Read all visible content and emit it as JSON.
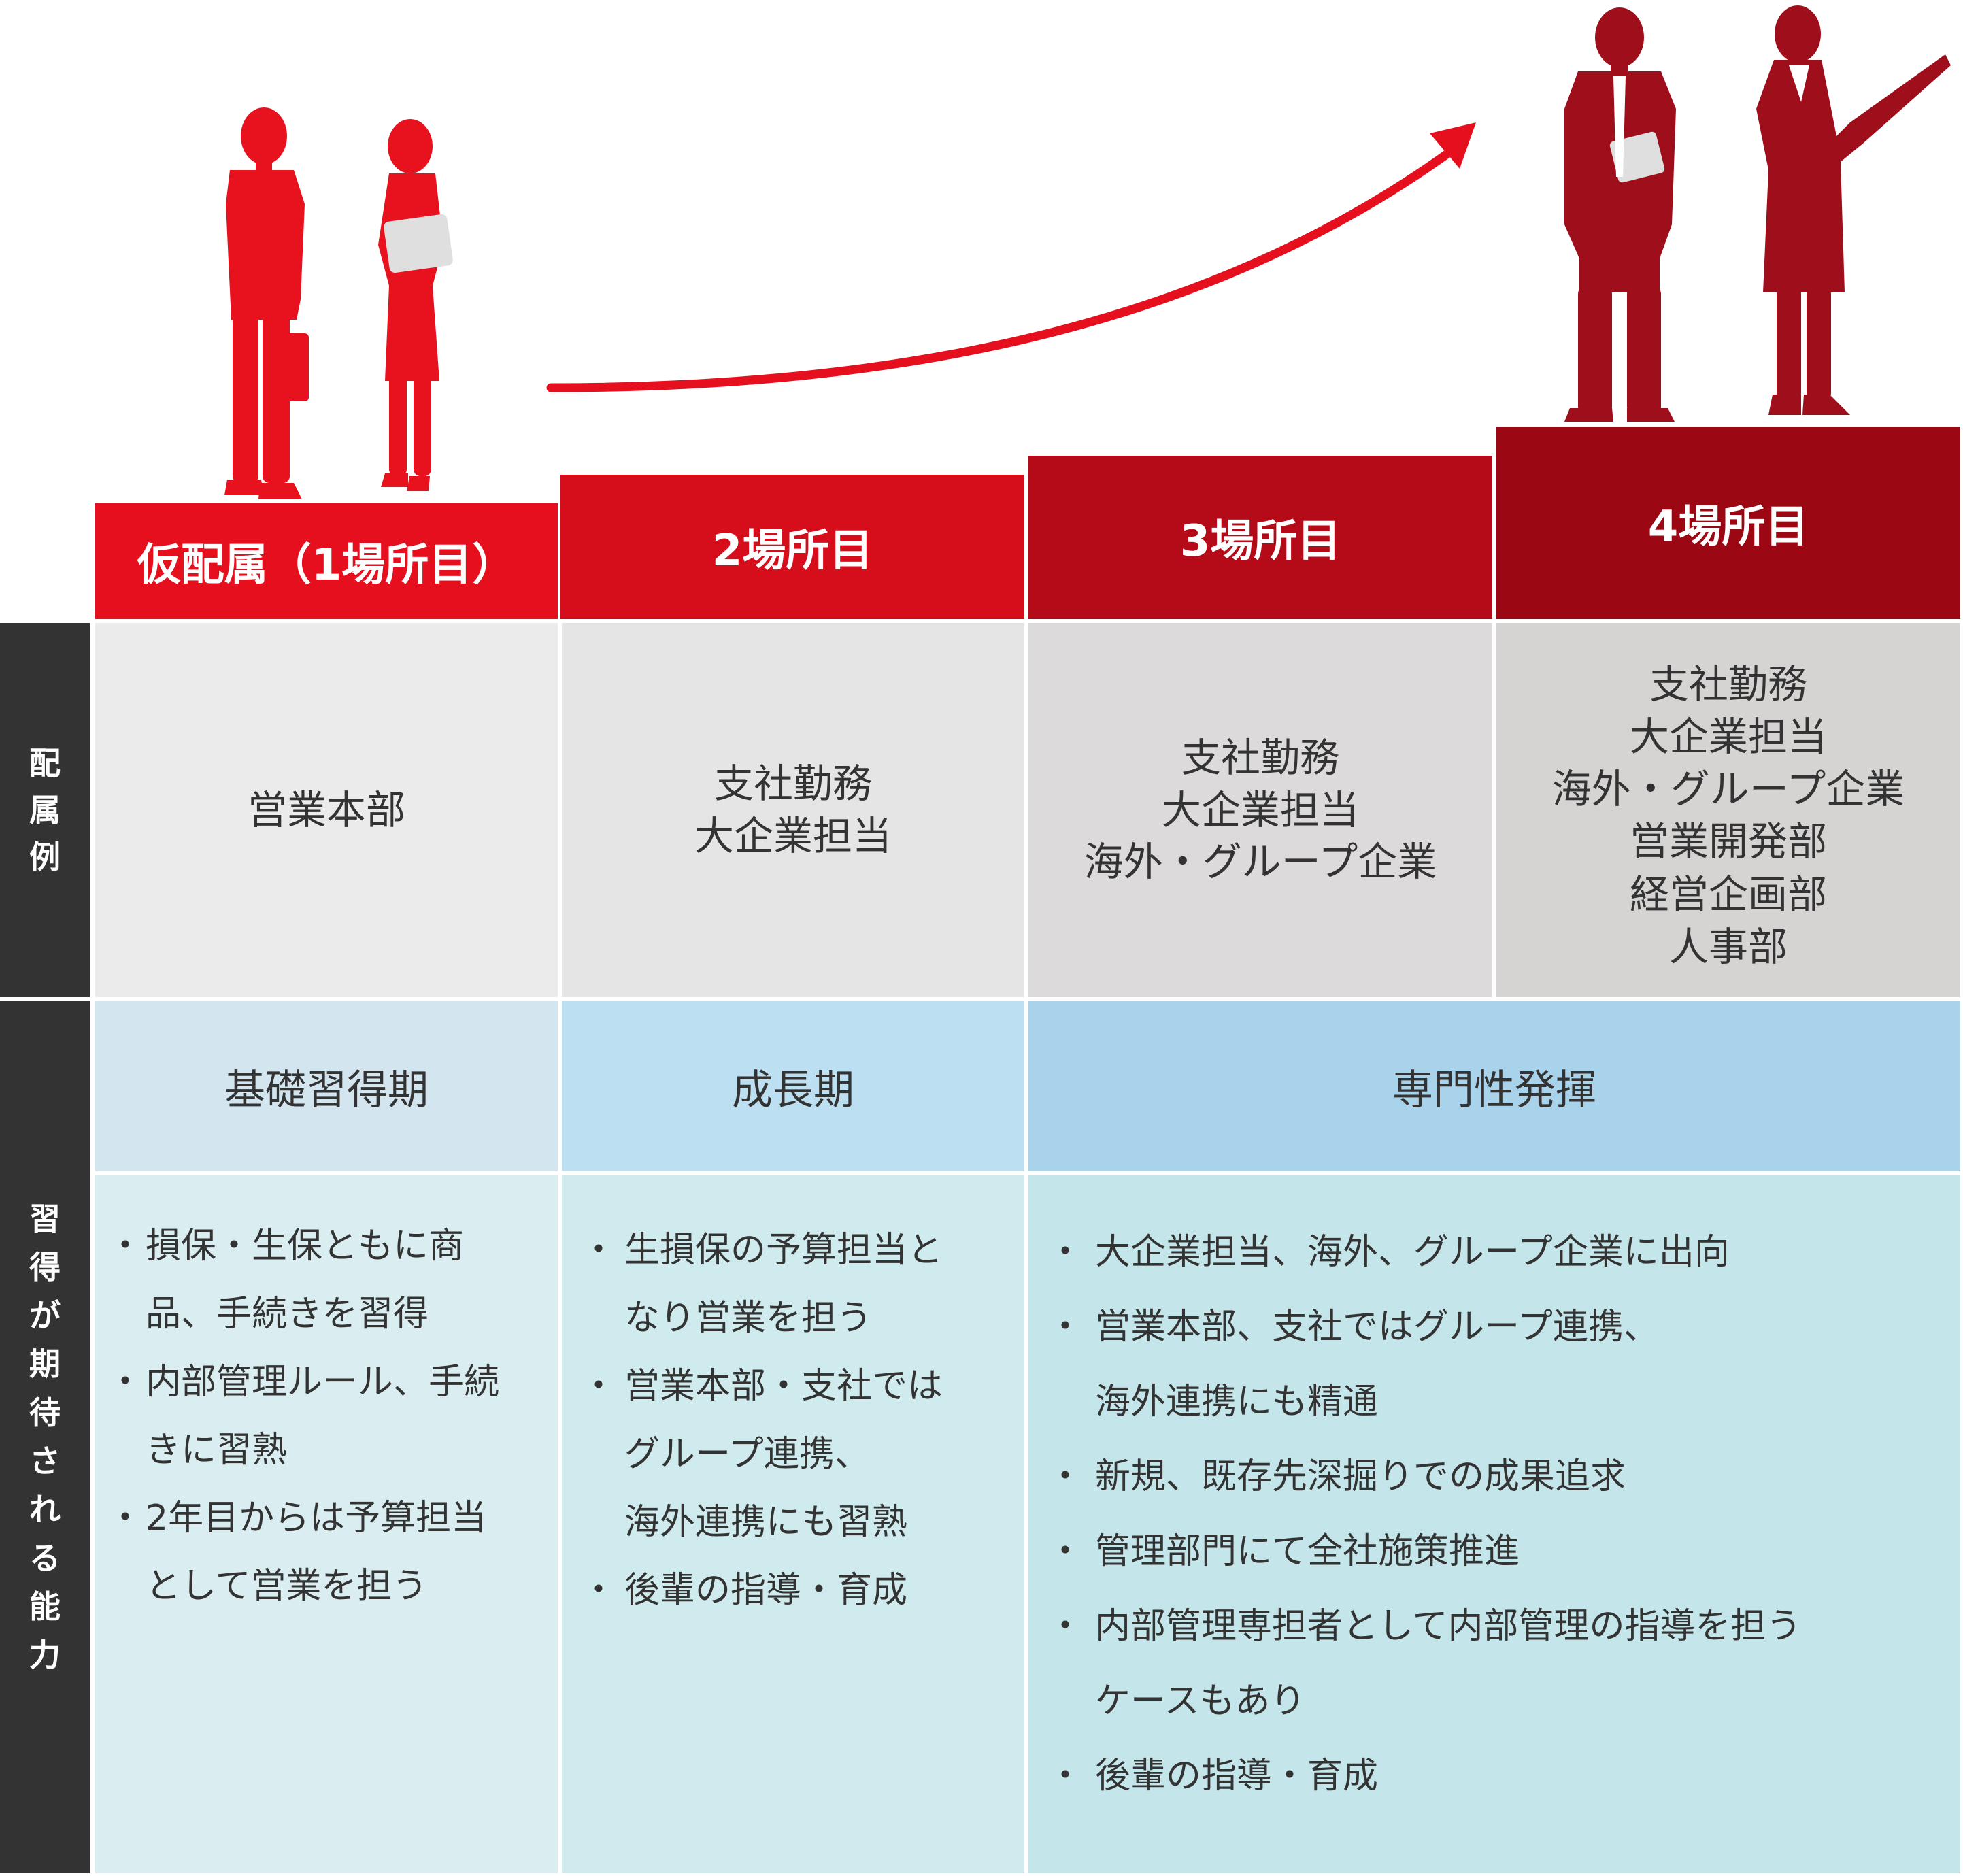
{
  "colors": {
    "step1": "#e60f1e",
    "step2": "#d60d1b",
    "step3": "#b50a18",
    "step4": "#9b0813",
    "figure_start": "#e8121f",
    "figure_goal": "#9e0f1b",
    "arrow": "#e60f1e",
    "row_header": "#333333",
    "assign1": "#ebebeb",
    "assign2": "#e6e5e5",
    "assign3": "#dcdada",
    "assign4": "#d6d3d3",
    "phase1": "#d3e6f0",
    "phase2": "#bcdff1",
    "phase3": "#a9d3ea",
    "ability1": "#daeef1",
    "ability2": "#d0ebee",
    "ability3": "#c4e6ea"
  },
  "figures": {
    "start_pair": "businessman-and-businesswoman-looking-up-silhouette",
    "goal_pair": "businessman-with-tablet-and-businesswoman-pointing-silhouette",
    "arrow": "curved-upward-growth-arrow"
  },
  "steps": [
    "仮配属（1場所目）",
    "2場所目",
    "3場所目",
    "4場所目"
  ],
  "row_headers": {
    "assignment": [
      "配",
      "属",
      "例"
    ],
    "abilities": [
      "習",
      "得",
      "が",
      "期",
      "待",
      "さ",
      "れ",
      "る",
      "能",
      "力"
    ]
  },
  "assignments": [
    [
      "営業本部"
    ],
    [
      "支社勤務",
      "大企業担当"
    ],
    [
      "支社勤務",
      "大企業担当",
      "海外・グループ企業"
    ],
    [
      "支社勤務",
      "大企業担当",
      "海外・グループ企業",
      "営業開発部",
      "経営企画部",
      "人事部"
    ]
  ],
  "phases": [
    "基礎習得期",
    "成長期",
    "専門性発揮"
  ],
  "bullet_mark": "・",
  "abilities": [
    [
      [
        "損保・生保ともに商",
        "品、手続きを習得"
      ],
      [
        "内部管理ルール、手続",
        "きに習熟"
      ],
      [
        "2年目からは予算担当",
        "として営業を担う"
      ]
    ],
    [
      [
        "生損保の予算担当と",
        "なり営業を担う"
      ],
      [
        "営業本部・支社では",
        "グループ連携、",
        "海外連携にも習熟"
      ],
      [
        "後輩の指導・育成"
      ]
    ],
    [
      [
        "大企業担当、海外、グループ企業に出向"
      ],
      [
        "営業本部、支社ではグループ連携、",
        "海外連携にも精通"
      ],
      [
        "新規、既存先深掘りでの成果追求"
      ],
      [
        "管理部門にて全社施策推進"
      ],
      [
        "内部管理専担者として内部管理の指導を担う",
        "ケースもあり"
      ],
      [
        "後輩の指導・育成"
      ]
    ]
  ]
}
